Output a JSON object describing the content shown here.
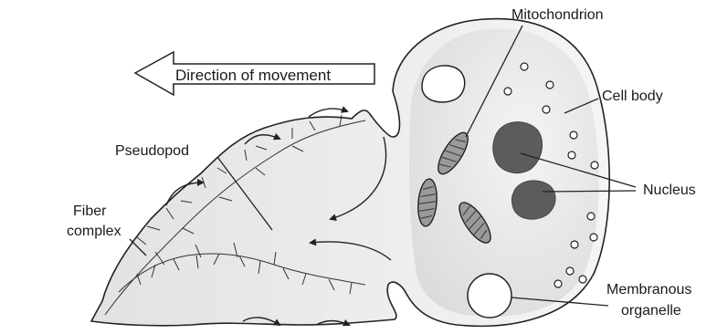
{
  "direction_label": "Direction of movement",
  "labels": {
    "mitochondrion": "Mitochondrion",
    "cell_body": "Cell body",
    "pseudopod": "Pseudopod",
    "fiber_line1": "Fiber",
    "fiber_line2": "complex",
    "nucleus": "Nucleus",
    "membranous_line1": "Membranous",
    "membranous_line2": "organelle"
  },
  "colors": {
    "outline": "#222222",
    "cell_fill": "#e9e9e9",
    "pseudopod_fill": "#efefef",
    "nucleus": "#5c5c5c",
    "mitochondrion": "#8a8a8a",
    "fiber": "#333333"
  }
}
